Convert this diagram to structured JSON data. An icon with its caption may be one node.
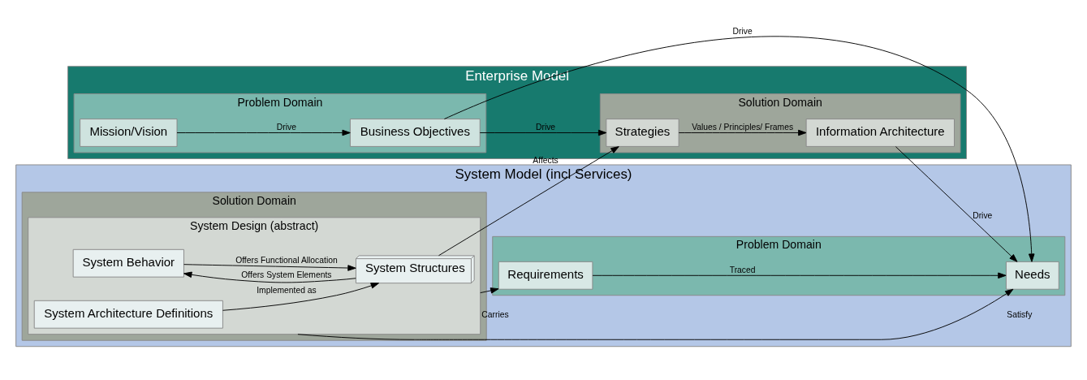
{
  "diagram": {
    "nodes": [
      {
        "text": [
          "Enterprise Model"
        ]
      },
      {
        "text": [
          "Problem Domain"
        ],
        "in": 0
      },
      {
        "text": [
          "Mission/Vision"
        ],
        "in": 1
      },
      {
        "text": [
          "Business Objectives"
        ],
        "in": 1
      },
      {
        "text": [
          "Solution Domain"
        ],
        "in": 0
      },
      {
        "text": [
          "Strategies"
        ],
        "in": 4
      },
      {
        "text": [
          "Information Architecture"
        ],
        "in": 4
      },
      {
        "text": [
          "System Model (incl Services)"
        ]
      },
      {
        "text": [
          "Problem Domain"
        ],
        "in": 7
      },
      {
        "text": [
          "Needs"
        ],
        "in": 8
      },
      {
        "text": [
          "Requirements"
        ],
        "in": 8
      },
      {
        "text": [
          "Solution Domain"
        ],
        "in": 7
      },
      {
        "text": [
          "System Design (abstract)"
        ],
        "in": 11
      },
      {
        "text": [
          "System Architecture Definitions"
        ],
        "in": 12
      },
      {
        "text": [
          "System Behavior"
        ],
        "in": 12
      },
      {
        "text": [
          "System Structures"
        ],
        "in": 12
      }
    ],
    "edges": [
      {
        "from": 2,
        "to": 3,
        "arrow": "to",
        "label": "Drive"
      },
      {
        "from": 3,
        "to": 5,
        "arrow": "to",
        "label": "Drive"
      },
      {
        "from": 5,
        "to": 6,
        "arrow": "to",
        "label": "Values / Principles/ Frames"
      },
      {
        "from": 6,
        "to": 9,
        "arrow": "to",
        "label": "Drive"
      },
      {
        "from": 3,
        "to": 9,
        "arrow": "to",
        "label": "Drive"
      },
      {
        "from": 15,
        "to": 5,
        "arrow": "to",
        "label": "Affects"
      },
      {
        "from": 12,
        "to": 9,
        "arrow": "to",
        "label": "Satisfy"
      },
      {
        "from": 12,
        "to": 10,
        "arrow": "to",
        "label": "Carries"
      },
      {
        "from": 10,
        "to": 9,
        "arrow": "to",
        "label": "Traced"
      },
      {
        "from": 14,
        "to": 15,
        "arrow": "to",
        "label": "Offers Functional Allocation"
      },
      {
        "from": 15,
        "to": 14,
        "arrow": "to",
        "label": "Offers System Elements"
      },
      {
        "from": 13,
        "to": 15,
        "arrow": "to",
        "label": "Implemented as"
      }
    ]
  }
}
